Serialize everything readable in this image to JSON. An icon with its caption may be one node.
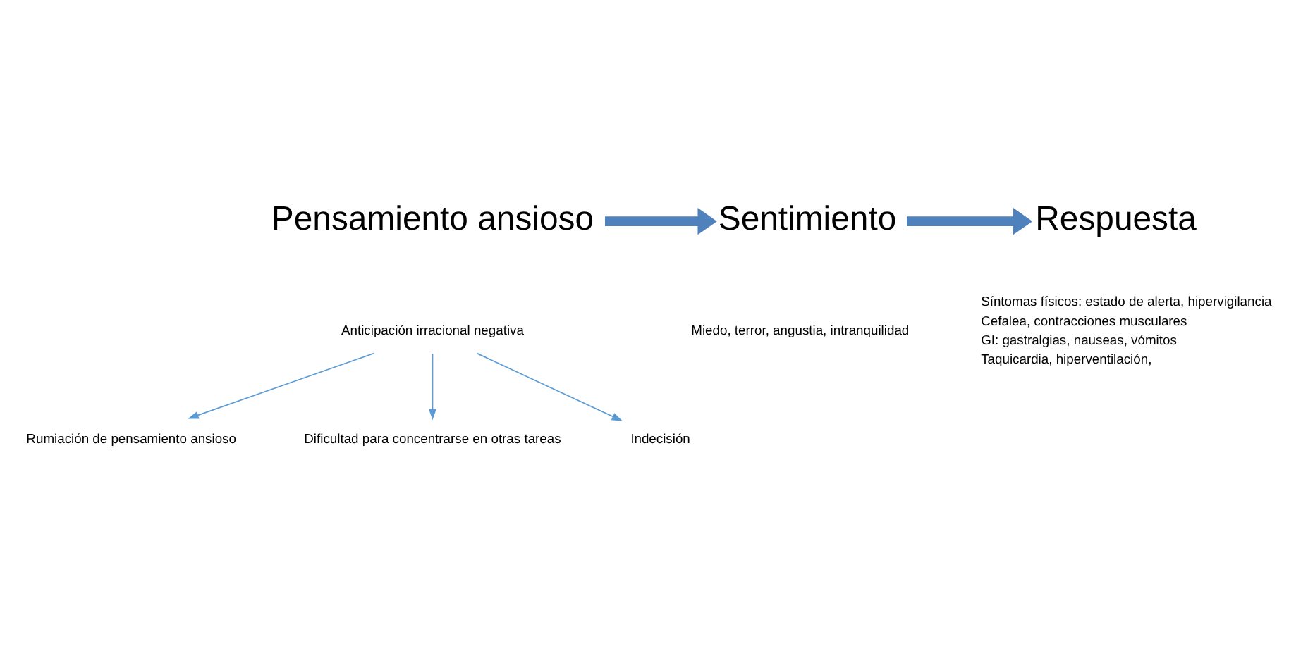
{
  "diagram": {
    "nodes": [
      {
        "text": [
          "Pensamiento ansioso"
        ]
      },
      {
        "text": [
          "Sentimiento"
        ]
      },
      {
        "text": [
          "Respuesta"
        ]
      },
      {
        "text": [
          "Anticipación irracional negativa"
        ]
      },
      {
        "text": [
          "Rumiación de pensamiento ansioso"
        ]
      },
      {
        "text": [
          "Dificultad para concentrarse en otras tareas"
        ]
      },
      {
        "text": [
          "Indecisión"
        ]
      }
    ],
    "edges": [
      {
        "from": 0,
        "to": 1,
        "arrow": "to",
        "style": "thick",
        "color": "#4f81bd"
      },
      {
        "from": 1,
        "to": 2,
        "arrow": "to",
        "style": "thick",
        "color": "#4f81bd"
      },
      {
        "from": 3,
        "to": 4,
        "arrow": "to"
      },
      {
        "from": 3,
        "to": 6,
        "arrow": "to"
      },
      {
        "from": 3,
        "to": 5,
        "arrow": "to"
      }
    ],
    "labels": [
      "Miedo, terror, angustia, intranquilidad",
      "Síntomas físicos: estado de alerta, hipervigilancia",
      "Cefalea, contracciones musculares",
      "GI: gastralgias, nauseas, vómitos",
      "Taquicardia, hiperventilación,"
    ]
  }
}
